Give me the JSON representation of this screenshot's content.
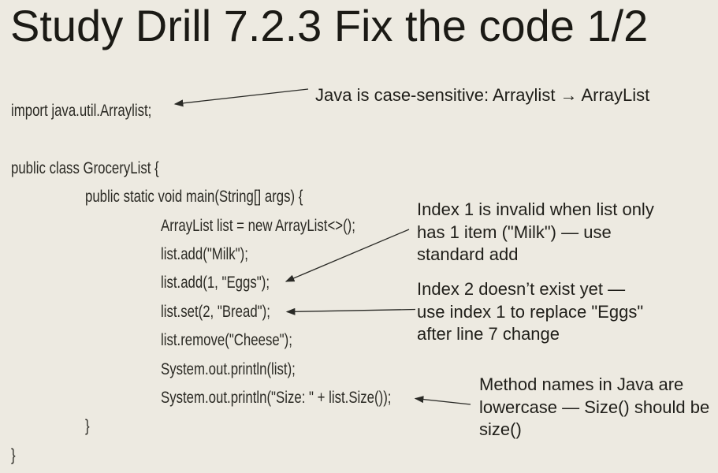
{
  "slide": {
    "title": "Study Drill 7.2.3 Fix the code 1/2",
    "colors": {
      "background": "#edeae1",
      "title": "#1b1a15",
      "ink": "#1f1e19",
      "code": "#2b2a24",
      "arrow": "#2a2a26"
    }
  },
  "code": {
    "language": "java",
    "lines": [
      {
        "text": "import java.util.Arraylist;",
        "indent": 0
      },
      {
        "text": "",
        "indent": 0
      },
      {
        "text": "public class GroceryList {",
        "indent": 0
      },
      {
        "text": "public static void main(String[] args) {",
        "indent": 1
      },
      {
        "text": "ArrayList list = new ArrayList<>();",
        "indent": 2
      },
      {
        "text": "list.add(\"Milk\");",
        "indent": 2
      },
      {
        "text": "list.add(1, \"Eggs\");",
        "indent": 2
      },
      {
        "text": "list.set(2, \"Bread\");",
        "indent": 2
      },
      {
        "text": "list.remove(\"Cheese\");",
        "indent": 2
      },
      {
        "text": "System.out.println(list);",
        "indent": 2
      },
      {
        "text": "System.out.println(\"Size: \" + list.Size());",
        "indent": 2
      },
      {
        "text": "}",
        "indent": 1
      },
      {
        "text": "}",
        "indent": 0
      }
    ]
  },
  "annotations": [
    {
      "id": "case-sensitive",
      "lines": [
        "Java is case-sensitive: Arraylist → ArrayList"
      ]
    },
    {
      "id": "invalid-index-add",
      "lines": [
        "Index 1 is invalid when list only",
        "has 1 item (\"Milk\") — use",
        "standard add"
      ]
    },
    {
      "id": "invalid-index-set",
      "lines": [
        "Index 2 doesn’t exist yet —",
        "use index 1 to replace \"Eggs\"",
        "after line 7 change"
      ]
    },
    {
      "id": "method-lowercase",
      "lines": [
        "Method names in Java are",
        "lowercase — Size() should be",
        "size()"
      ]
    }
  ]
}
